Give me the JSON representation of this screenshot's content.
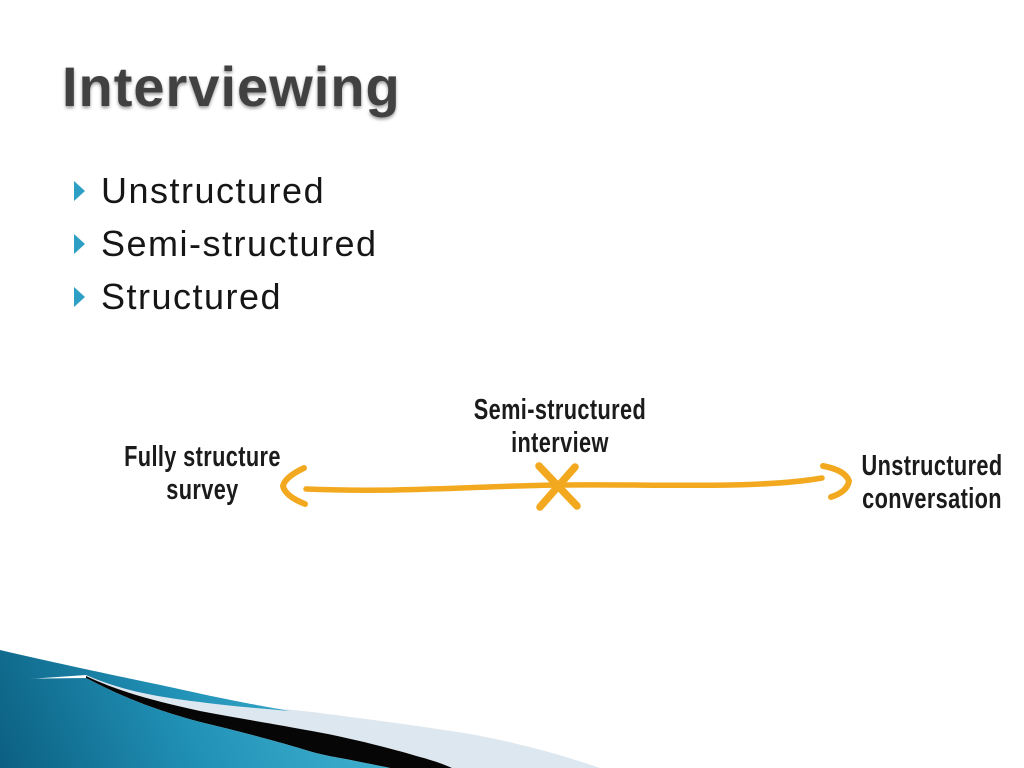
{
  "slide": {
    "title": "Interviewing",
    "bullets": [
      {
        "label": "Unstructured"
      },
      {
        "label": "Semi-structured"
      },
      {
        "label": "Structured"
      }
    ]
  },
  "diagram": {
    "center_label": {
      "line1": "Semi-structured",
      "line2": "interview"
    },
    "left_label": {
      "line1": "Fully structure",
      "line2": "survey"
    },
    "right_label": {
      "line1": "Unstructured",
      "line2": "conversation"
    }
  },
  "colors": {
    "teal": "#2D9EC4",
    "orange": "#F2A91F",
    "title_gray": "#414141",
    "pale_band": "#DCE7EF",
    "deco_black": "#060606"
  }
}
